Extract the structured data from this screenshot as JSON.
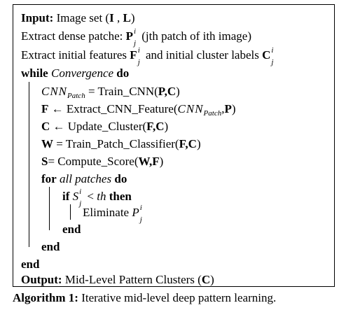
{
  "algorithm": {
    "input_label": "Input:",
    "input_text": "Image set (",
    "input_I": "I",
    "input_comma": " , ",
    "input_L": "L",
    "input_close": ")",
    "line2_text": "Extract dense patche: ",
    "line2_sym": "P",
    "line2_desc": " (jth patch of ith image)",
    "line3_text": "Extract initial features ",
    "line3_sym": "F",
    "line3_mid": " and initial cluster labels ",
    "line3_sym2": "C",
    "sup_i": "i",
    "sub_j": "j",
    "while_kw": "while",
    "while_cond": "Convergence",
    "do_kw": "do",
    "cnn_name": "CNN",
    "cnn_sub": "Patch",
    "train_eq": " = Train_CNN(",
    "train_args": "P,C",
    "train_close": ")",
    "f_sym": "F",
    "arrow": " ← ",
    "extract_fn": "Extract_CNN_Feature(",
    "extract_comma": ",",
    "extract_P": "P",
    "extract_close": ")",
    "c_sym": "C",
    "update_fn": "Update_Cluster(",
    "update_args": "F,C",
    "update_close": ")",
    "w_sym": "W",
    "w_eq": " = Train_Patch_Classifier(",
    "w_args": "F,C",
    "w_close": ")",
    "s_sym": "S",
    "s_eq": "= Compute_Score(",
    "s_args": "W,F",
    "s_close": ")",
    "for_kw": "for",
    "for_cond": "all patches",
    "if_kw": "if",
    "if_var": "S",
    "if_cmp": " < ",
    "if_th": "th",
    "then_kw": "then",
    "elim_text": "Eliminate ",
    "elim_var": "P",
    "end_kw": "end",
    "output_label": "Output:",
    "output_text": " Mid-Level Pattern Clusters (",
    "output_C": "C",
    "output_close": ")"
  },
  "caption": {
    "label": "Algorithm 1:",
    "text": " Iterative mid-level deep pattern learning."
  }
}
